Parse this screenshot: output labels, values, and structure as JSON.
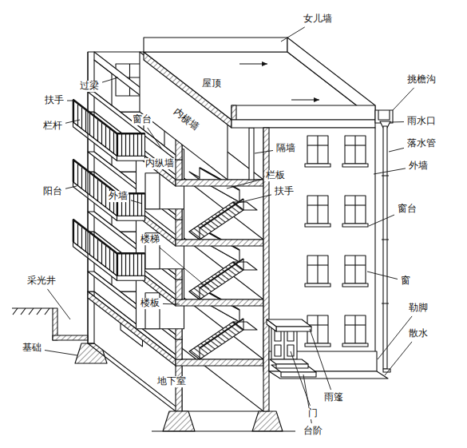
{
  "diagram": {
    "labels": [
      "女儿墙",
      "屋顶",
      "过梁",
      "挑檐沟",
      "扶手",
      "栏杆",
      "窗台",
      "内横墙",
      "隔墙",
      "雨水口",
      "落水管",
      "外墙",
      "内纵墙",
      "栏板",
      "扶手",
      "窗台",
      "阳台",
      "外墙",
      "楼梯",
      "采光井",
      "窗",
      "楼板",
      "勒脚",
      "散水",
      "基础",
      "地下室",
      "雨篷",
      "门",
      "台阶"
    ]
  }
}
